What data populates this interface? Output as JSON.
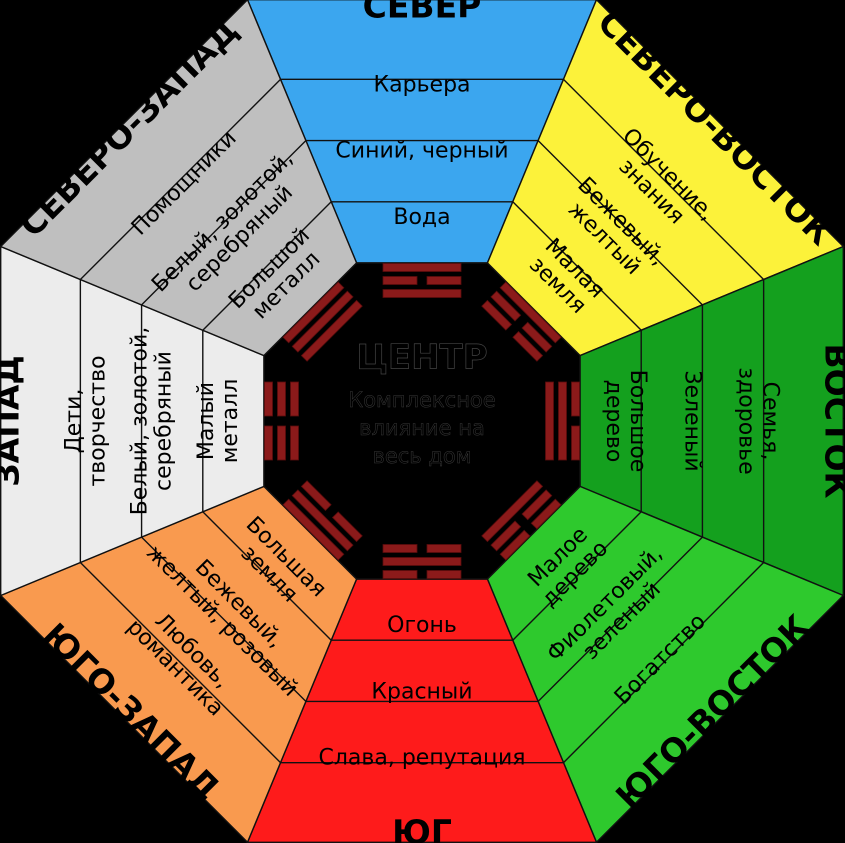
{
  "diagram": {
    "sectors": [
      {
        "id": "north",
        "title": "СЕВЕР",
        "color": "#3ba6ef",
        "rows": [
          [
            "Карьера"
          ],
          [
            "Синий, черный"
          ],
          [
            "Вода"
          ]
        ]
      },
      {
        "id": "northeast",
        "title": "СЕВЕРО-ВОСТОК",
        "color": "#fcf23a",
        "rows": [
          [
            "Обучение,",
            "знания"
          ],
          [
            "Бежевый,",
            "желтый"
          ],
          [
            "Малая",
            "земля"
          ]
        ]
      },
      {
        "id": "east",
        "title": "ВОСТОК",
        "color": "#14a01e",
        "rows": [
          [
            "Семья,",
            "здоровье"
          ],
          [
            "Зеленый"
          ],
          [
            "Большое",
            "дерево"
          ]
        ]
      },
      {
        "id": "southeast",
        "title": "ЮГО-ВОСТОК",
        "color": "#2ec92d",
        "rows": [
          [
            "Богатство"
          ],
          [
            "Фиолетовый,",
            "зеленый"
          ],
          [
            "Малое",
            "дерево"
          ]
        ]
      },
      {
        "id": "south",
        "title": "ЮГ",
        "color": "#fe1b1b",
        "rows": [
          [
            "Слава, репутация"
          ],
          [
            "Красный"
          ],
          [
            "Огонь"
          ]
        ]
      },
      {
        "id": "southwest",
        "title": "ЮГО-ЗАПАД",
        "color": "#f99a4f",
        "rows": [
          [
            "Любовь,",
            "романтика"
          ],
          [
            "Бежевый,",
            "желтый, розовый"
          ],
          [
            "Большая",
            "земля"
          ]
        ]
      },
      {
        "id": "west",
        "title": "ЗАПАД",
        "color": "#ececec",
        "rows": [
          [
            "Дети,",
            "творчество"
          ],
          [
            "Белый, золотой,",
            "серебряный"
          ],
          [
            "Малый",
            "металл"
          ]
        ]
      },
      {
        "id": "northwest",
        "title": "СЕВЕРО-ЗАПАД",
        "color": "#bfbfbf",
        "rows": [
          [
            "Помощники"
          ],
          [
            "Белый, золотой,",
            "серебряный"
          ],
          [
            "Большой",
            "металл"
          ]
        ]
      }
    ],
    "center": {
      "title": "ЦЕНТР",
      "lines": [
        "Комплексное",
        "влияние на",
        "весь дом"
      ],
      "color": "#000000"
    },
    "trigrams": [
      {
        "sector": "north",
        "lines": [
          1,
          0,
          1
        ]
      },
      {
        "sector": "northeast",
        "lines": [
          1,
          0,
          0
        ]
      },
      {
        "sector": "east",
        "lines": [
          0,
          1,
          1
        ]
      },
      {
        "sector": "southeast",
        "lines": [
          0,
          0,
          1
        ]
      },
      {
        "sector": "south",
        "lines": [
          0,
          1,
          0
        ]
      },
      {
        "sector": "southwest",
        "lines": [
          1,
          1,
          0
        ]
      },
      {
        "sector": "west",
        "lines": [
          0,
          0,
          0
        ]
      },
      {
        "sector": "northwest",
        "lines": [
          1,
          1,
          1
        ]
      }
    ],
    "trigram_color": "#8b1a1a"
  }
}
